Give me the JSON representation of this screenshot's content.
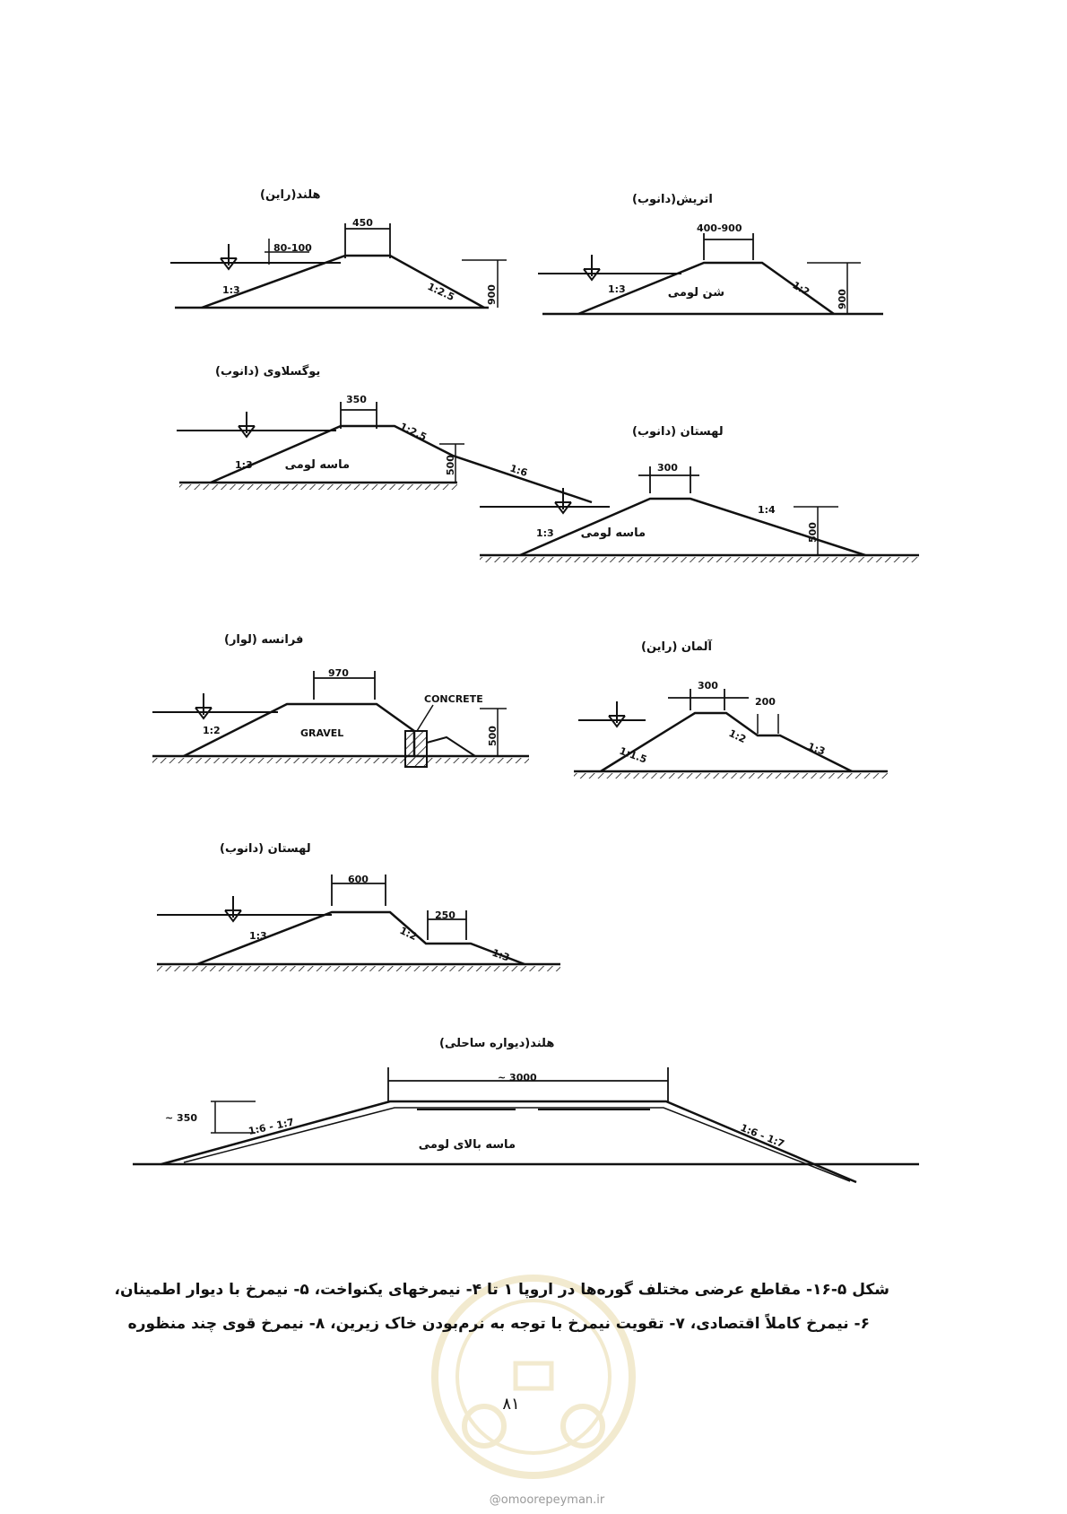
{
  "figures": [
    {
      "id": "fig1",
      "title": "هلند(راین)",
      "dims": [
        "450",
        "80-100",
        "900"
      ],
      "slopes": [
        "1:3",
        "1:2.5"
      ],
      "material": ""
    },
    {
      "id": "fig2",
      "title": "اتریش(دانوب)",
      "dims": [
        "400-900",
        "900"
      ],
      "slopes": [
        "1:3",
        "1:2"
      ],
      "material": "شن لومی"
    },
    {
      "id": "fig3",
      "title": "یوگسلاوی (دانوب)",
      "dims": [
        "350",
        "500"
      ],
      "slopes": [
        "1:3",
        "1:2.5",
        "1:6"
      ],
      "material": "ماسه لومی"
    },
    {
      "id": "fig4",
      "title": "لهستان (دانوب)",
      "dims": [
        "300",
        "500"
      ],
      "slopes": [
        "1:3",
        "1:4"
      ],
      "material": "ماسه لومی"
    },
    {
      "id": "fig5",
      "title": "فرانسه (لوار)",
      "dims": [
        "970",
        "500"
      ],
      "slopes": [
        "1:2"
      ],
      "material": "GRAVEL",
      "note": "CONCRETE"
    },
    {
      "id": "fig6",
      "title": "آلمان (راین)",
      "dims": [
        "300",
        "200"
      ],
      "slopes": [
        "1:1.5",
        "1:2",
        "1:3"
      ],
      "material": ""
    },
    {
      "id": "fig7",
      "title": "لهستان (دانوب)",
      "dims": [
        "600",
        "250"
      ],
      "slopes": [
        "1:3",
        "1:2",
        "1:3"
      ],
      "material": ""
    },
    {
      "id": "fig8",
      "title": "هلند(دیواره ساحلی)",
      "dims": [
        "~ 3000",
        "~ 350"
      ],
      "slopes": [
        "1:6 - 1:7",
        "1:6 - 1:7"
      ],
      "material": "ماسه بالای لومی"
    }
  ],
  "caption": {
    "line1": "شکل ۵-۱۶- مقاطع عرضی مختلف گوره‌ها در اروپا ۱ تا ۴- نیمرخهای یکنواخت، ۵- نیمرخ با دیوار اطمینان،",
    "line2": "۶- نیمرخ کاملاً اقتصادی، ۷- تقویت نیمرخ با توجه به نرم‌بودن خاک زیرین، ۸- نیمرخ قوی چند منظوره"
  },
  "page_number": "۸۱",
  "watermark": "@omoorepeyman.ir",
  "colors": {
    "ink": "#111111",
    "seal": "#e8d9a8"
  }
}
